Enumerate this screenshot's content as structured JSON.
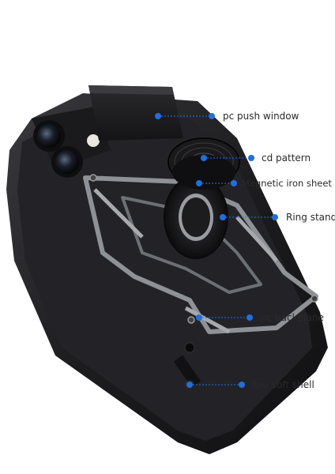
{
  "callouts": {
    "pc_push_window": "pc push window",
    "cd_pattern": "cd pattern",
    "magnetic_iron_sheet": "Magnetic iron sheet",
    "ring_stand": "Ring stand",
    "pc_backplane": "pc backplane",
    "tpu_soft_shell": "tpu soft shell"
  },
  "colors": {
    "case_dark": "#1b1b1d",
    "case_mid": "#2c2c30",
    "armor_silver": "#9a9ca0",
    "leader_blue": "#1f6fe0",
    "text": "#2a2a2a"
  }
}
